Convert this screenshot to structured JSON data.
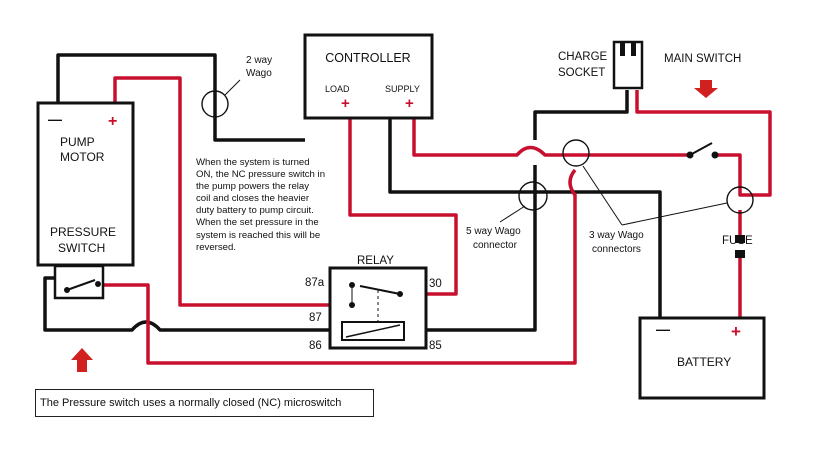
{
  "diagram": {
    "colors": {
      "positive_wire": "#c8102e",
      "negative_wire": "#111111",
      "arrow": "#d0201f"
    },
    "labels": {
      "controller": "CONTROLLER",
      "load": "LOAD",
      "supply": "SUPPLY",
      "wago_2way_line1": "2 way",
      "wago_2way_line2": "Wago",
      "charge_line1": "CHARGE",
      "charge_line2": "SOCKET",
      "main_switch": "MAIN SWITCH",
      "pump_line1": "PUMP",
      "pump_line2": "MOTOR",
      "pressure_line1": "PRESSURE",
      "pressure_line2": "SWITCH",
      "relay": "RELAY",
      "pin_87a": "87a",
      "pin_87": "87",
      "pin_86": "86",
      "pin_85": "85",
      "pin_30": "30",
      "wago_5way_line1": "5 way Wago",
      "wago_5way_line2": "connector",
      "wago_3way_line1": "3 way Wago",
      "wago_3way_line2": "connectors",
      "fuse": "FUSE",
      "battery": "BATTERY",
      "minus": "—",
      "plus": "+"
    },
    "description_lines": [
      "When the system is turned",
      "ON, the NC pressure switch in",
      "the pump powers the relay",
      "coil and closes the heavier",
      "duty battery to pump circuit.",
      "When the set pressure in the",
      "system is reached this will be",
      "reversed."
    ],
    "note": "The Pressure switch uses a normally closed (NC) microswitch"
  }
}
